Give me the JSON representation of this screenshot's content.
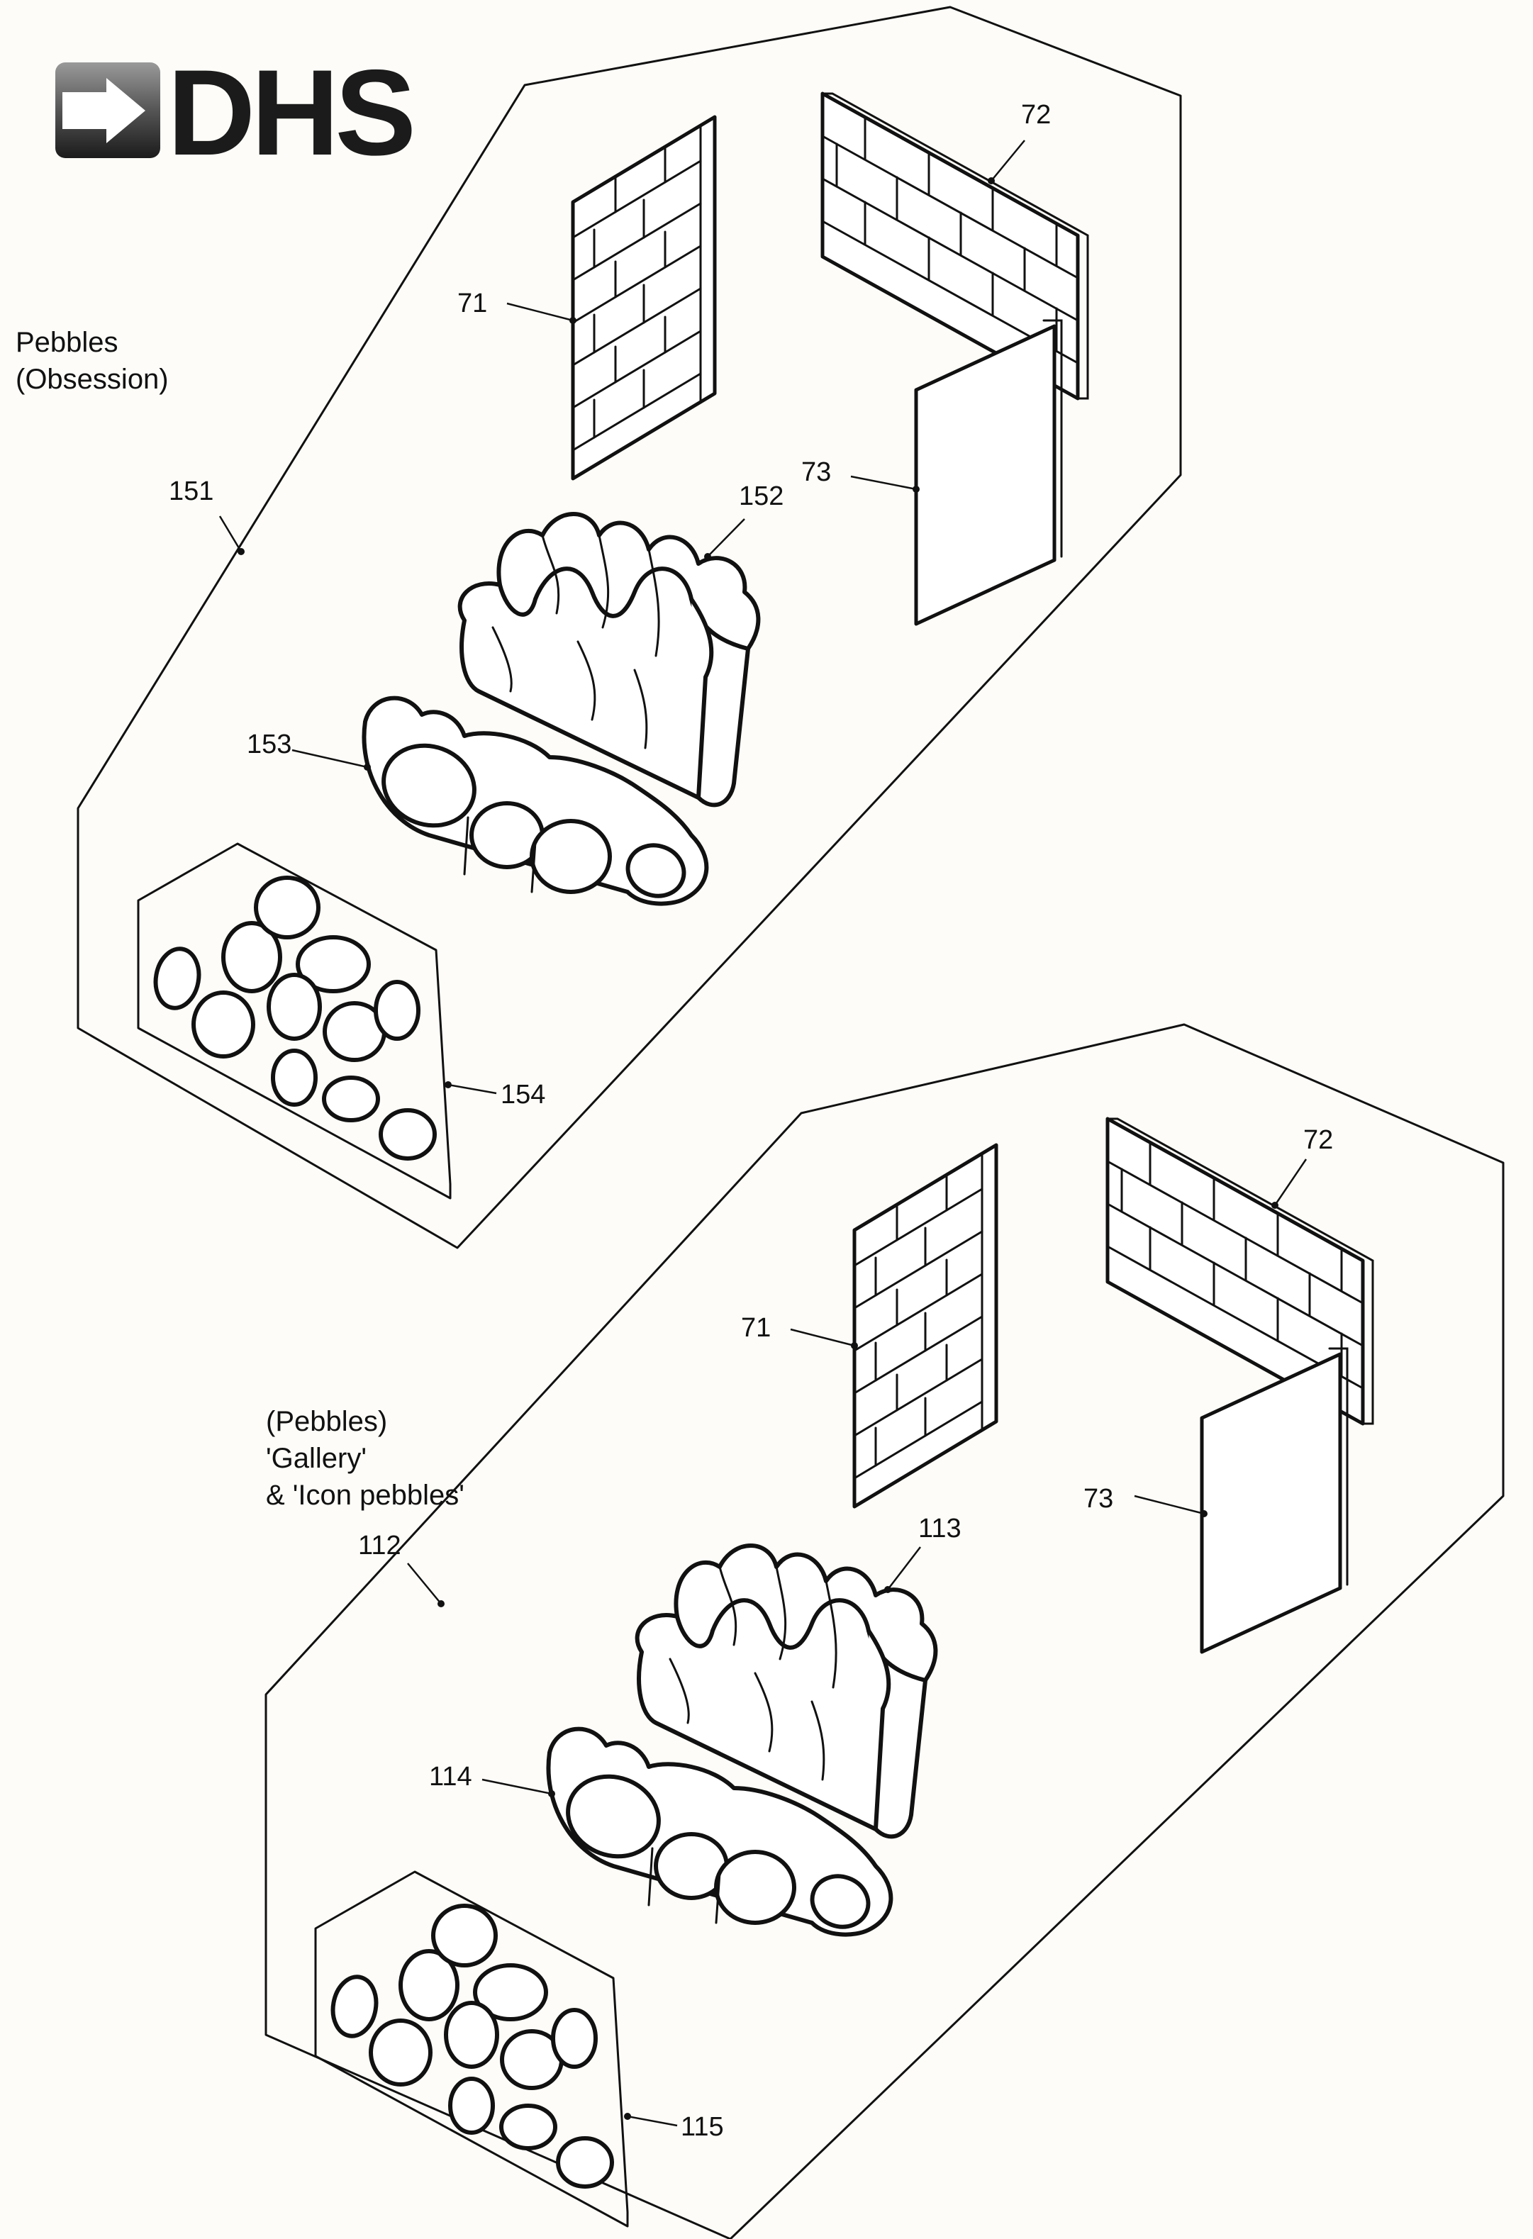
{
  "logo": {
    "text": "DHS",
    "colors": {
      "dark": "#1b1b1b",
      "mid": "#555555",
      "light": "#9a9a9a"
    }
  },
  "colors": {
    "line": "#111111",
    "paper": "#fdfcf8"
  },
  "top_set": {
    "title_line1": "Pebbles",
    "title_line2": "(Obsession)",
    "labels": {
      "frame": "151",
      "left_panel": "71",
      "back_panel": "72",
      "right_panel": "73",
      "rear_log": "152",
      "front_log": "153",
      "pebbles": "154"
    }
  },
  "bottom_set": {
    "title_line1": "(Pebbles)",
    "title_line2": "'Gallery'",
    "title_line3": "& 'Icon pebbles'",
    "labels": {
      "frame": "112",
      "left_panel": "71",
      "back_panel": "72",
      "right_panel": "73",
      "rear_log": "113",
      "front_log": "114",
      "pebbles": "115"
    }
  }
}
